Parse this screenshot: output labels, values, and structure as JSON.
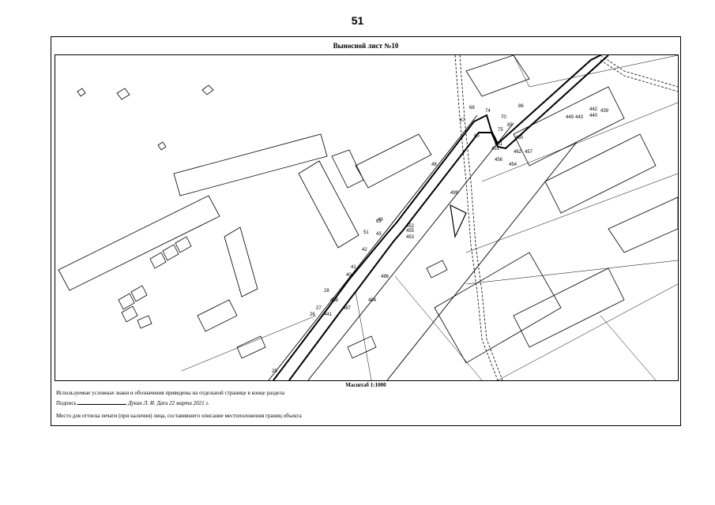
{
  "page": {
    "number": "51"
  },
  "sheet": {
    "title": "Выносной лист №10"
  },
  "scale": "Масштаб 1:1000",
  "notes": {
    "legend": "Используемые условные знаки и обозначения приведены на отдельной странице в конце раздела",
    "signature_label": "Подпись",
    "signatory": "Дукан Л. И.",
    "date_label": "Дата",
    "date_value": "22 марта 2021 г.",
    "stamp": "Место для оттиска печати (при наличии) лица, составившего описание местоположения границ объекта"
  },
  "map": {
    "point_labels": [
      "25",
      "26",
      "27",
      "28",
      "40",
      "41",
      "42",
      "43",
      "48",
      "49",
      "51",
      "61",
      "67",
      "68",
      "70",
      "74",
      "75",
      "80",
      "85",
      "86",
      "439",
      "440",
      "441",
      "442",
      "443",
      "449",
      "450",
      "451",
      "452",
      "453",
      "454",
      "455",
      "456",
      "457",
      "458",
      "461",
      "462",
      "484",
      "486",
      "487",
      "499"
    ]
  }
}
